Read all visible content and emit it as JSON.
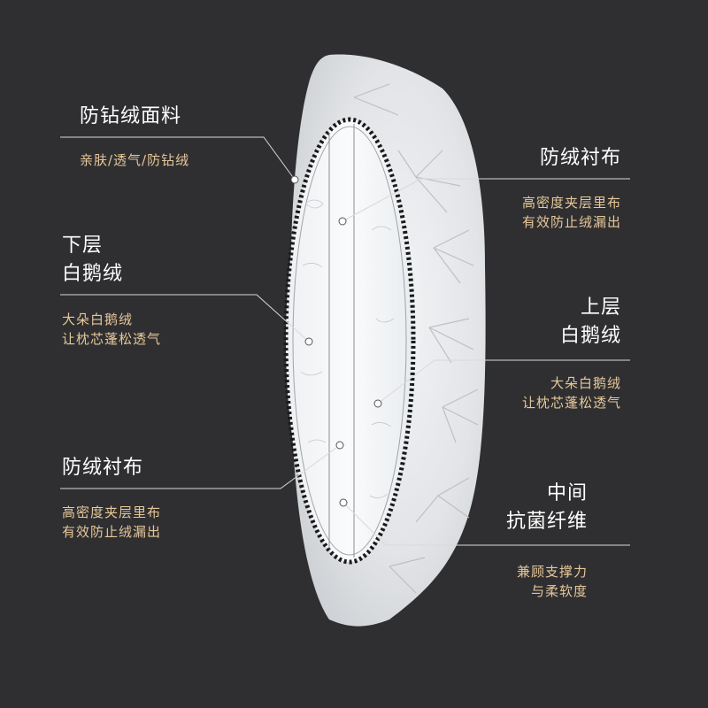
{
  "colors": {
    "background": "#2f2f31",
    "title_text": "#ffffff",
    "sub_text": "#e6c79a",
    "leader_line": "#d9d9d9",
    "pillow_body": "#e7e9ec",
    "section_fill": "#f4f6f8",
    "section_border": "#1a1a1a"
  },
  "callouts": {
    "outer_fabric": {
      "title": "防钻绒面料",
      "desc": "亲肤/透气/防钻绒"
    },
    "lining_right": {
      "title": "防绒衬布",
      "desc": [
        "高密度夹层里布",
        "有效防止绒漏出"
      ]
    },
    "lower_down": {
      "title": [
        "下层",
        "白鹅绒"
      ],
      "desc": [
        "大朵白鹅绒",
        "让枕芯蓬松透气"
      ]
    },
    "upper_down": {
      "title": [
        "上层",
        "白鹅绒"
      ],
      "desc": [
        "大朵白鹅绒",
        "让枕芯蓬松透气"
      ]
    },
    "lining_left": {
      "title": "防绒衬布",
      "desc": [
        "高密度夹层里布",
        "有效防止绒漏出"
      ]
    },
    "middle_fiber": {
      "title": [
        "中间",
        "抗菌纤维"
      ],
      "desc": [
        "兼顾支撑力",
        "与柔软度"
      ]
    }
  }
}
